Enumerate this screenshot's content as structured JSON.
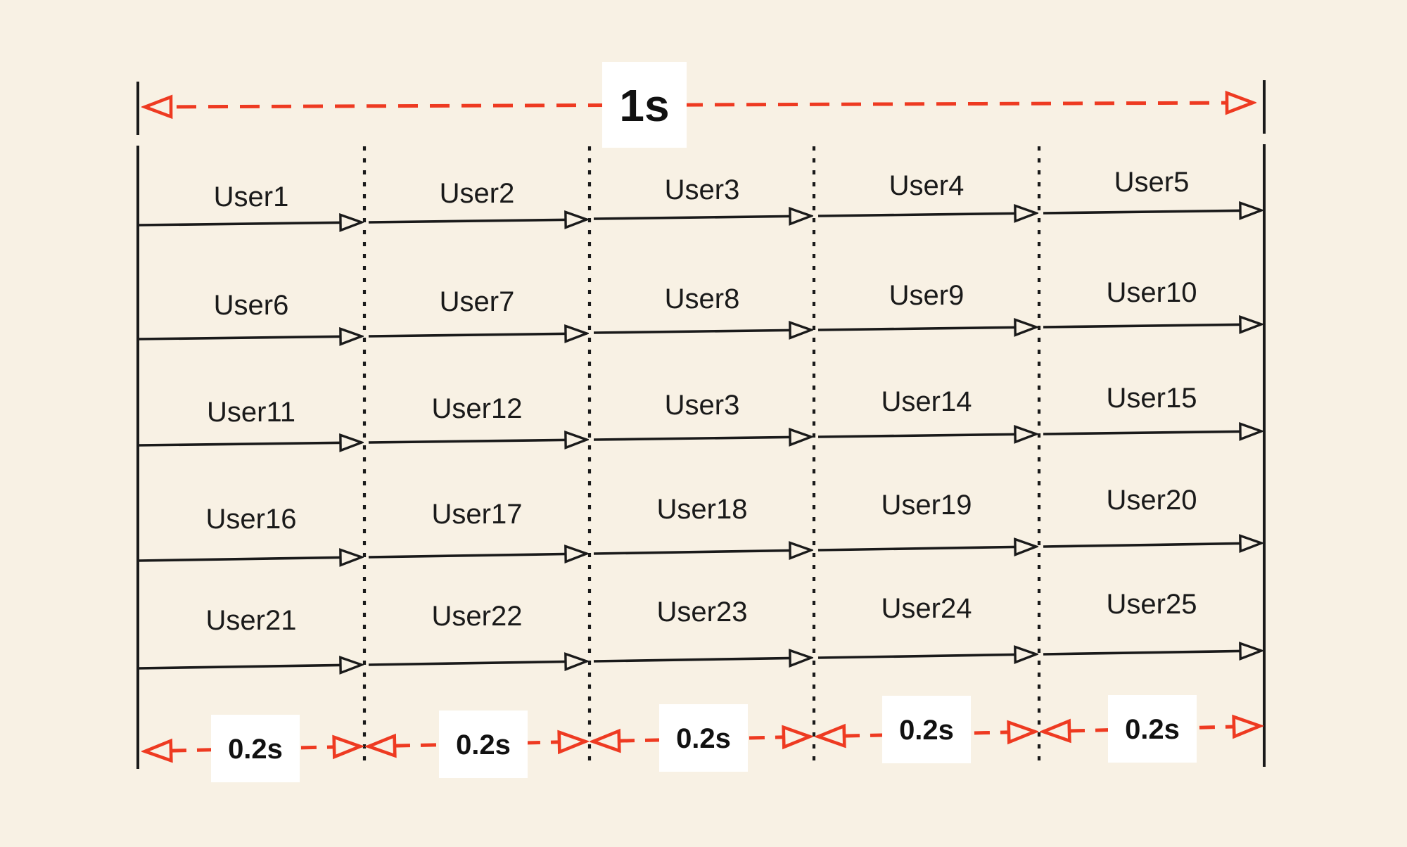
{
  "diagram": {
    "total_duration_label": "1s",
    "slot_labels": [
      "0.2s",
      "0.2s",
      "0.2s",
      "0.2s",
      "0.2s"
    ],
    "rows": [
      {
        "users": [
          "User1",
          "User2",
          "User3",
          "User4",
          "User5"
        ]
      },
      {
        "users": [
          "User6",
          "User7",
          "User8",
          "User9",
          "User10"
        ]
      },
      {
        "users": [
          "User11",
          "User12",
          "User3",
          "User14",
          "User15"
        ]
      },
      {
        "users": [
          "User16",
          "User17",
          "User18",
          "User19",
          "User20"
        ]
      },
      {
        "users": [
          "User21",
          "User22",
          "User23",
          "User24",
          "User25"
        ]
      }
    ]
  },
  "colors": {
    "background": "#f8f1e4",
    "accent_red": "#ee3a21",
    "line_black": "#1a1a1a",
    "label_box": "#ffffff"
  }
}
